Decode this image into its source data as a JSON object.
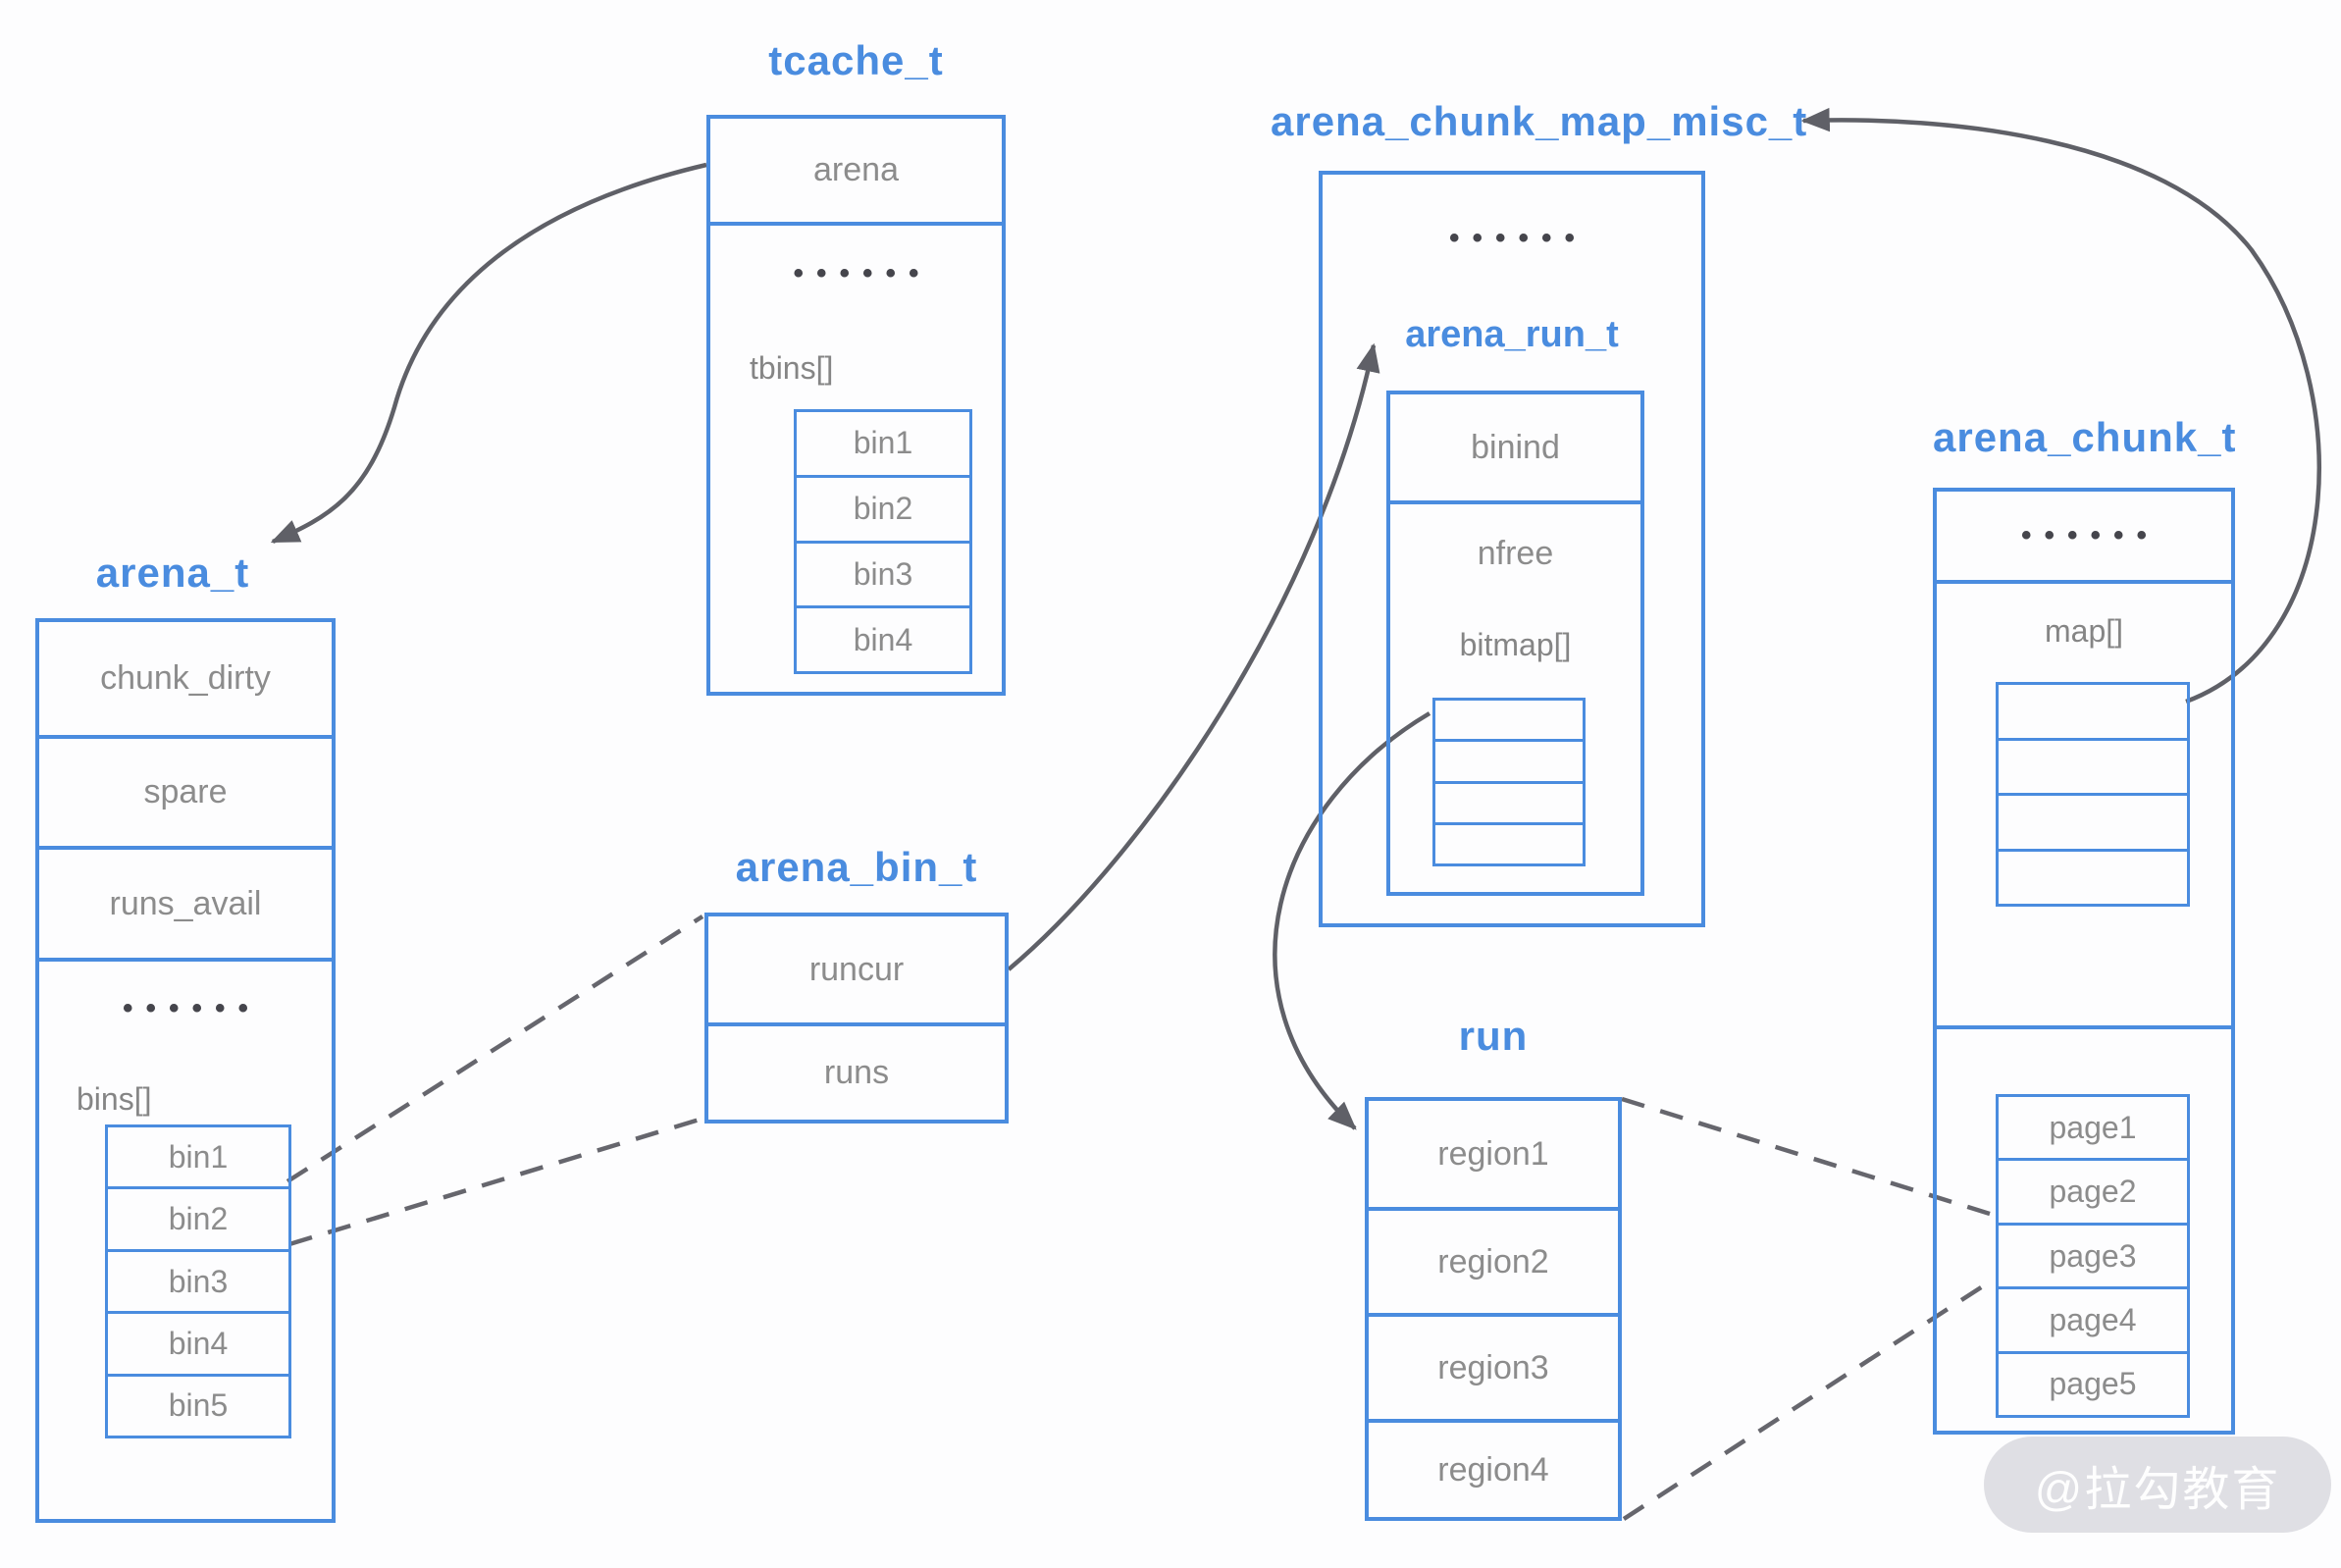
{
  "palette": {
    "blue": "#4a8cdf",
    "text_gray": "#8c8c8c",
    "line_gray": "#5f6067"
  },
  "tcache": {
    "title": "tcache_t",
    "arena_field": "arena",
    "dots": "••••••",
    "tbins_label": "tbins[]",
    "tbins": [
      "bin1",
      "bin2",
      "bin3",
      "bin4"
    ]
  },
  "arena": {
    "title": "arena_t",
    "field_chunk_dirty": "chunk_dirty",
    "field_spare": "spare",
    "field_runs_avail": "runs_avail",
    "dots": "••••••",
    "bins_label": "bins[]",
    "bins": [
      "bin1",
      "bin2",
      "bin3",
      "bin4",
      "bin5"
    ]
  },
  "arena_bin": {
    "title": "arena_bin_t",
    "field_runcur": "runcur",
    "field_runs": "runs"
  },
  "chunk_map_misc": {
    "title": "arena_chunk_map_misc_t",
    "dots": "••••••",
    "arena_run_label": "arena_run_t",
    "field_binind": "binind",
    "field_nfree": "nfree",
    "bitmap_label": "bitmap[]",
    "bitmap_cells": [
      "",
      "",
      "",
      ""
    ]
  },
  "run": {
    "title": "run",
    "regions": [
      "region1",
      "region2",
      "region3",
      "region4"
    ]
  },
  "arena_chunk": {
    "title": "arena_chunk_t",
    "dots": "••••••",
    "map_label": "map[]",
    "map_cells": [
      "",
      "",
      "",
      ""
    ],
    "pages": [
      "page1",
      "page2",
      "page3",
      "page4",
      "page5"
    ]
  },
  "watermark": "@拉勾教育"
}
